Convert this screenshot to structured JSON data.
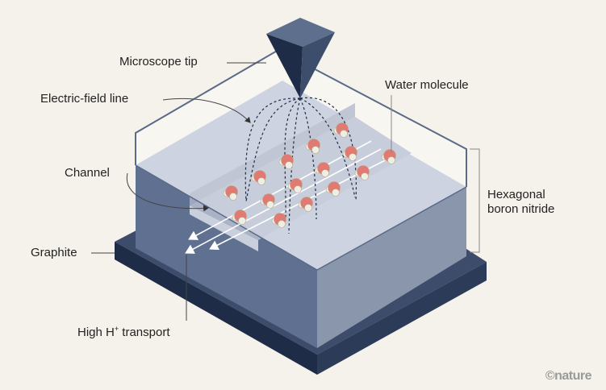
{
  "labels": {
    "microscope_tip": "Microscope tip",
    "electric_field_line": "Electric-field line",
    "channel": "Channel",
    "graphite": "Graphite",
    "high_h_transport_prefix": "High H",
    "high_h_transport_sup": "+",
    "high_h_transport_suffix": " transport",
    "water_molecule": "Water molecule",
    "hbn_line1": "Hexagonal",
    "hbn_line2": "boron nitride"
  },
  "credit": "©nature",
  "colors": {
    "background": "#f4f2ea",
    "graphite": "#2c3b58",
    "hbn_left": "#5f6f8b",
    "hbn_right": "#8a96ab",
    "hbn_top": "#b9c1d3",
    "oxygen": "#e07a72",
    "hydrogen": "#efeee4"
  }
}
